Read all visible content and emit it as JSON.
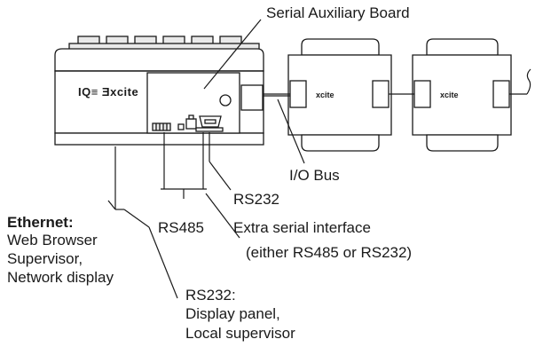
{
  "labels": {
    "serial_aux_board": "Serial Auxiliary Board",
    "io_bus": "I/O Bus",
    "rs232_top": "RS232",
    "rs485": "RS485",
    "extra_serial_line1": "Extra serial interface",
    "extra_serial_line2": "(either RS485 or RS232)",
    "ethernet_title": "Ethernet:",
    "ethernet_line1": "Web Browser",
    "ethernet_line2": "Supervisor,",
    "ethernet_line3": "Network display",
    "rs232_bottom_title": "RS232:",
    "rs232_bottom_line1": "Display panel,",
    "rs232_bottom_line2": "Local supervisor"
  },
  "device": {
    "main_logo": "IQ≡ Ǝxcite",
    "module1_logo": "xcite",
    "module2_logo": "xcite"
  }
}
